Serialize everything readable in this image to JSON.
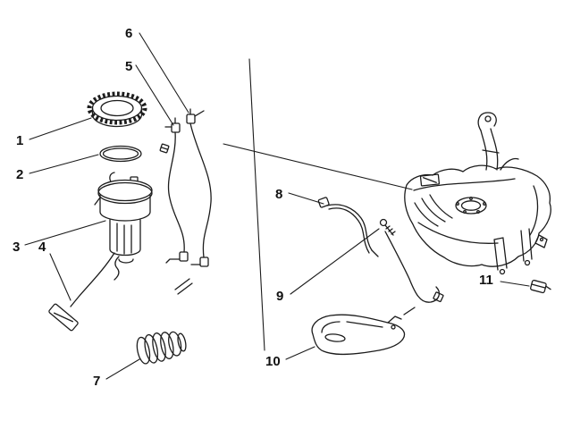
{
  "page": {
    "background": "#ffffff",
    "line_color": "#1c1c1c",
    "text_color": "#111111"
  },
  "diagram": {
    "type": "exploded-parts-diagram",
    "subject": "fuel-tank-and-fuel-pump-assembly",
    "callouts": [
      {
        "label": "1",
        "part": "locking-ring"
      },
      {
        "label": "2",
        "part": "seal-ring"
      },
      {
        "label": "3",
        "part": "fuel-pump-module"
      },
      {
        "label": "4",
        "part": "fuel-level-sender"
      },
      {
        "label": "5",
        "part": "fuel-pipe-left"
      },
      {
        "label": "6",
        "part": "fuel-pipe-right"
      },
      {
        "label": "7",
        "part": "bellows-sleeve"
      },
      {
        "label": "8",
        "part": "hose"
      },
      {
        "label": "9",
        "part": "screw-and-vent-hose"
      },
      {
        "label": "10",
        "part": "heat-shield"
      },
      {
        "label": "11",
        "part": "sleeve-clip"
      }
    ]
  }
}
